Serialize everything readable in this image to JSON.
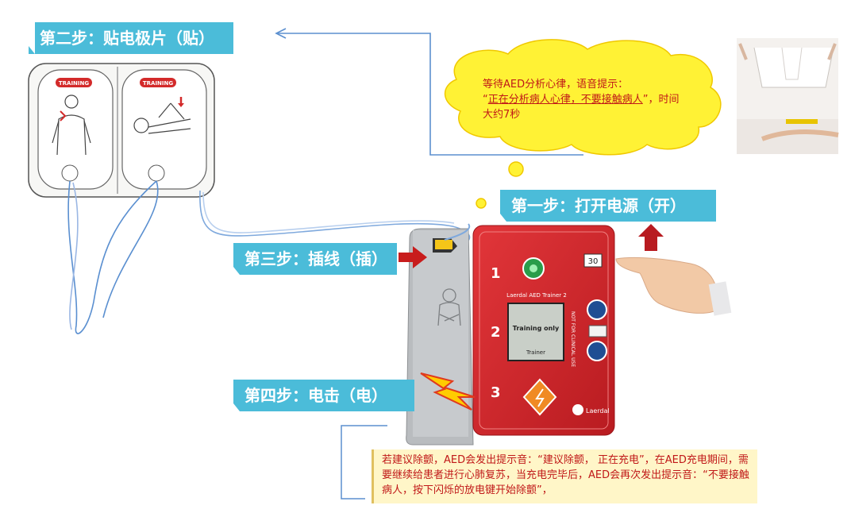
{
  "steps": {
    "step1": "第一步：打开电源（开）",
    "step2": "第二步：贴电极片（贴）",
    "step3": "第三步：插线（插）",
    "step4": "第四步：电击（电）"
  },
  "cloud": {
    "line1": "等待AED分析心律，语音提示：",
    "quote_open": "“",
    "underlined": "正在分析病人心律，不要接触病人",
    "tail": "”，时间大约7秒"
  },
  "note": {
    "text": "若建议除颤，AED会发出提示音：“建议除颤， 正在充电”，在AED充电期间，需要继续给患者进行心肺复苏，当充电完毕后，AED会再次发出提示音：“不要接触病人，按下闪烁的放电键开始除颤”，"
  },
  "device": {
    "pad_label_1": "TRAINING",
    "pad_label_2": "TRAINING",
    "brand": "Laerdal AED Trainer 2",
    "screen_line1": "Training only",
    "screen_line2": "Trainer",
    "side_text": "NOT FOR CLINICAL USE",
    "num1": "1",
    "num2": "2",
    "num3": "3",
    "counter": "30",
    "logo": "Laerdal"
  },
  "colors": {
    "banner": "#4bbcd9",
    "device_red": "#d9262b",
    "cloud": "#fff235",
    "text_red": "#c01818"
  }
}
